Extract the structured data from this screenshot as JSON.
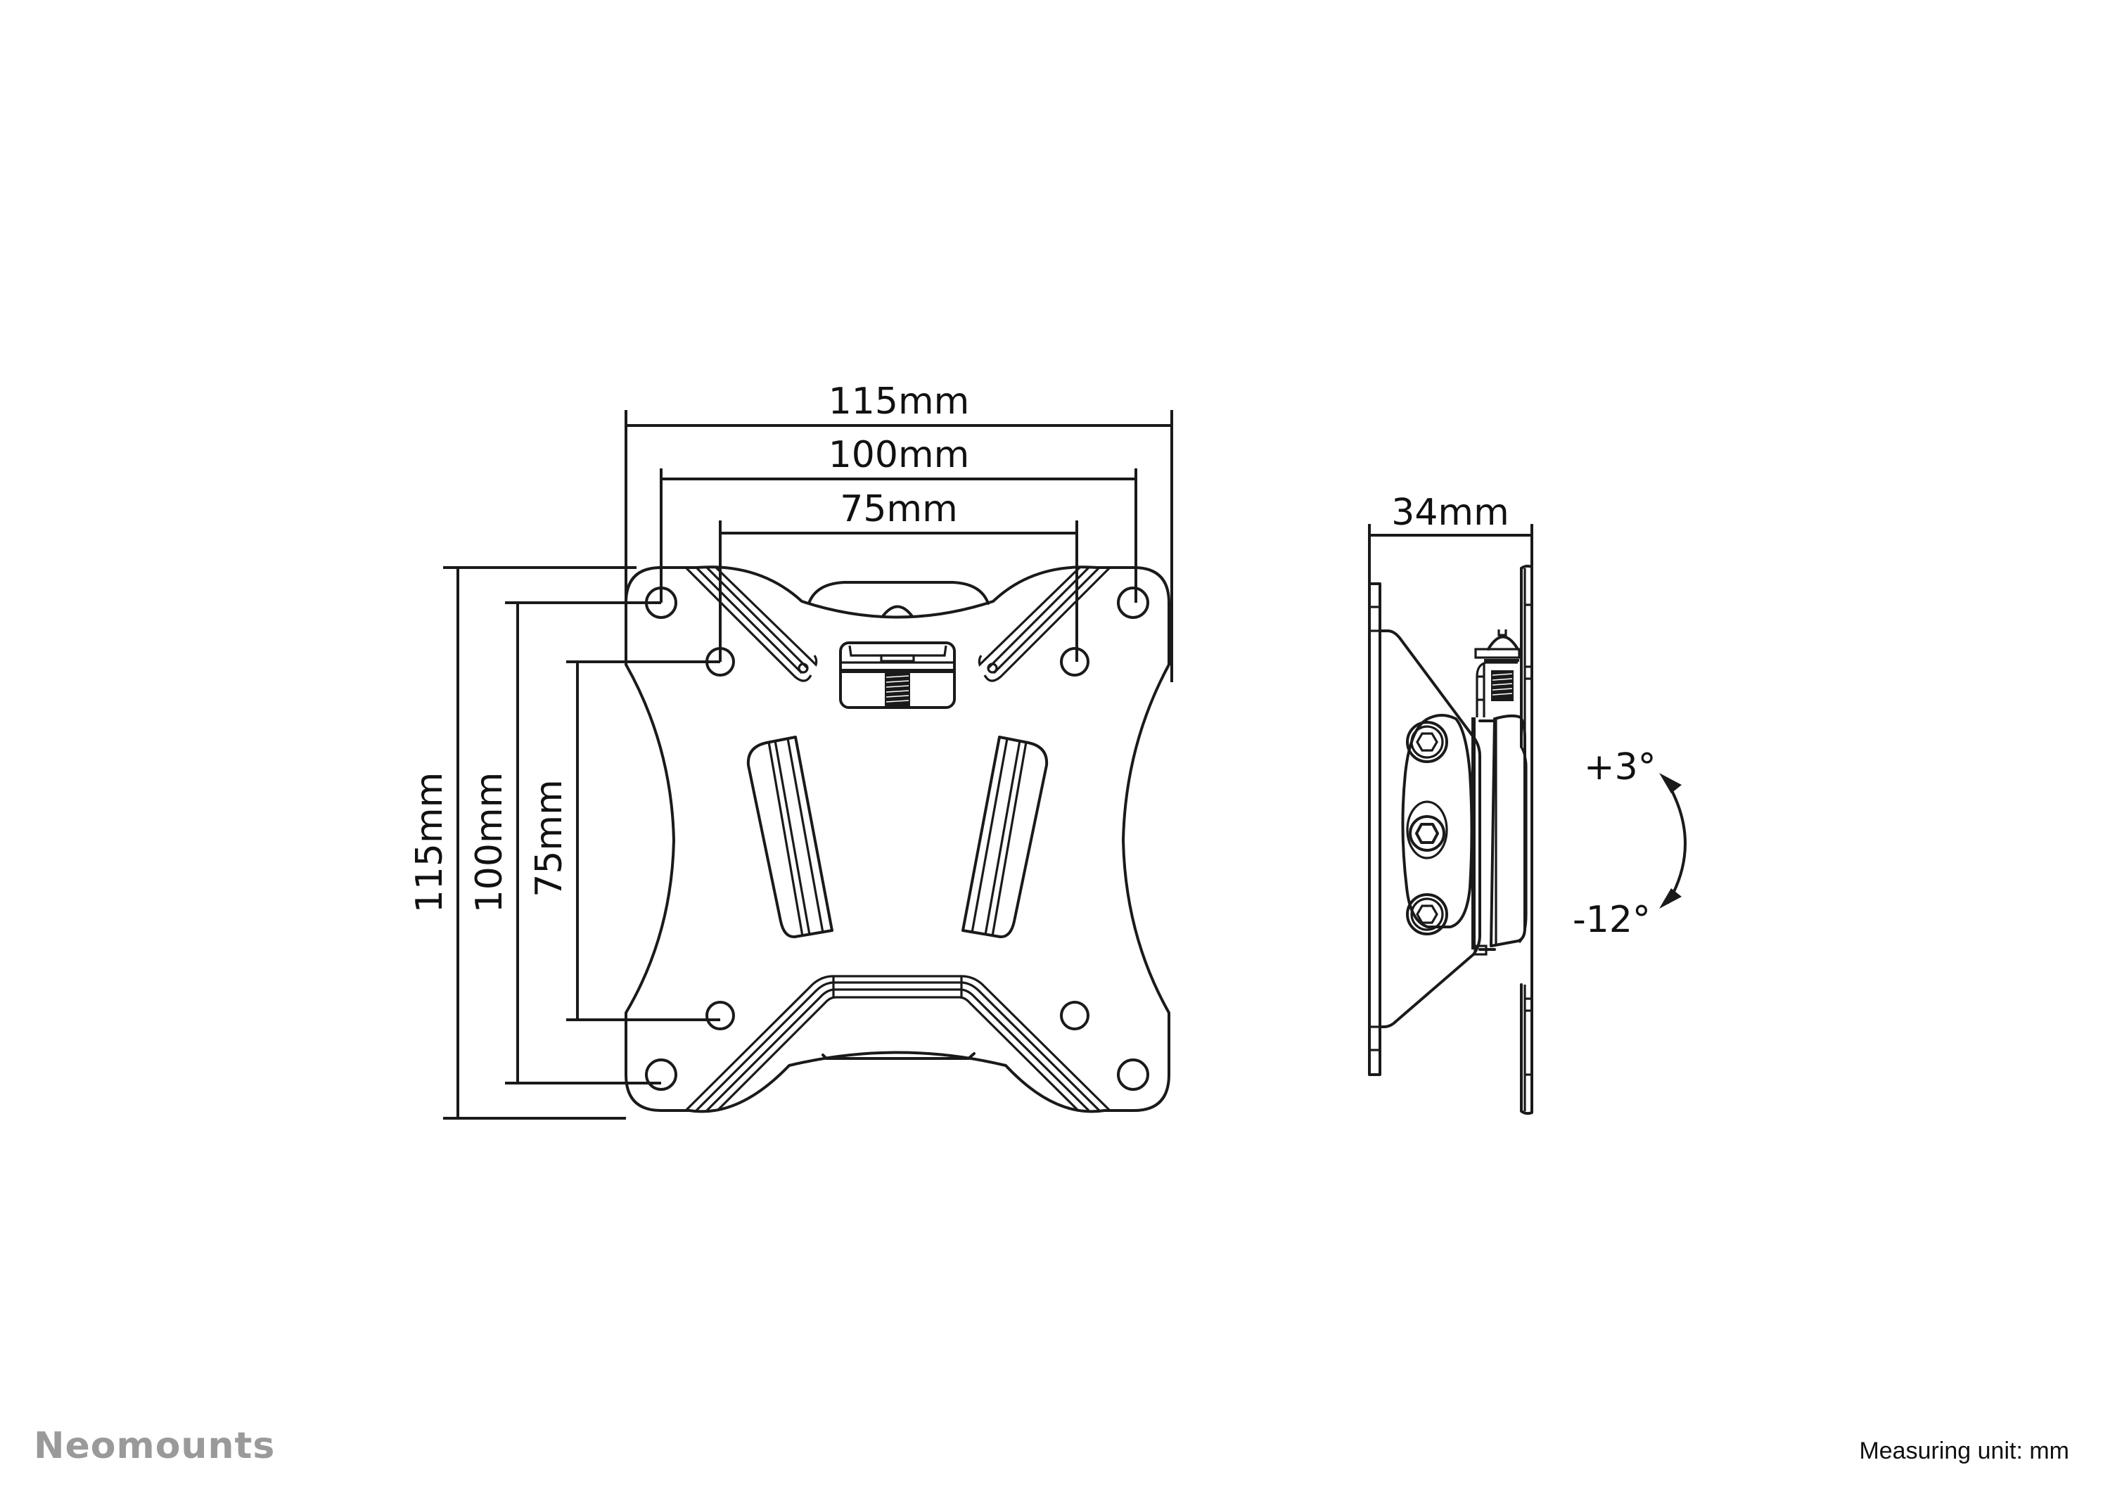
{
  "front_view": {
    "width_dimensions": [
      {
        "label": "115mm",
        "value_mm": 115
      },
      {
        "label": "100mm",
        "value_mm": 100
      },
      {
        "label": "75mm",
        "value_mm": 75
      }
    ],
    "height_dimensions": [
      {
        "label": "115mm",
        "value_mm": 115
      },
      {
        "label": "100mm",
        "value_mm": 100
      },
      {
        "label": "75mm",
        "value_mm": 75
      }
    ],
    "vesa_patterns": [
      "75x75",
      "100x100"
    ]
  },
  "side_view": {
    "depth_dimension": {
      "label": "34mm",
      "value_mm": 34
    },
    "tilt": {
      "up_label": "+3°",
      "down_label": "-12°",
      "up_deg": 3,
      "down_deg": -12
    }
  },
  "footer": {
    "brand": "Neomounts",
    "unit_note": "Measuring unit: mm"
  },
  "colors": {
    "line": "#1a1a1a",
    "brand_gray": "#9a9a9a",
    "background": "#ffffff"
  }
}
